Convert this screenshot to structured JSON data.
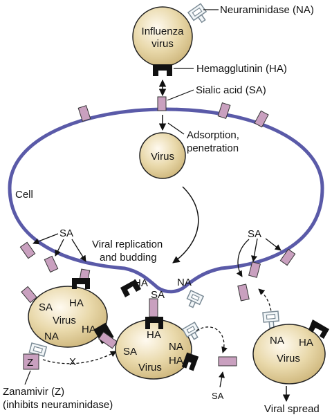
{
  "labels": {
    "neuraminidase": "Neuraminidase (NA)",
    "influenza_line1": "Influenza",
    "influenza_line2": "virus",
    "hemagglutinin": "Hemagglutinin (HA)",
    "sialic_acid": "Sialic acid (SA)",
    "adsorption_line1": "Adsorption,",
    "adsorption_line2": "penetration",
    "cell": "Cell",
    "replication_line1": "Viral replication",
    "replication_line2": "and budding",
    "sa": "SA",
    "ha": "HA",
    "na": "NA",
    "virus": "Virus",
    "z": "Z",
    "x": "X",
    "zanamivir_line1": "Zanamivir (Z)",
    "zanamivir_line2": "(inhibits neuraminidase)",
    "viral_spread": "Viral spread"
  },
  "colors": {
    "virus_fill": "#e7d6a8",
    "virus_stroke": "#222222",
    "cell_membrane": "#5a5aa8",
    "sialic_acid": "#c9a0bf",
    "hemagglutinin": "#111111",
    "neuraminidase_stroke": "#7a8a95",
    "neuraminidase_fill": "#f2f6f8"
  }
}
